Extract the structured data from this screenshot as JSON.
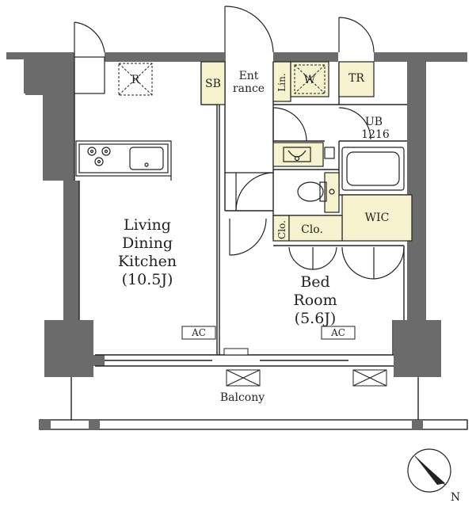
{
  "rooms": {
    "ldk": {
      "line1": "Living",
      "line2": "Dining",
      "line3": "Kitchen",
      "size": "(10.5J)"
    },
    "bedroom": {
      "line1": "Bed",
      "line2": "Room",
      "size": "(5.6J)"
    }
  },
  "labels": {
    "sb": "SB",
    "entrance_1": "Ent",
    "entrance_2": "rance",
    "linen": "Lin.",
    "refrigerator": "R",
    "washer": "W",
    "toilet_room": "TR",
    "unit_bath": "UB",
    "unit_bath_size": "1216",
    "wic": "WIC",
    "closet_small": "Clo.",
    "closet": "Clo.",
    "ac_ldk": "AC",
    "ac_bedroom": "AC",
    "balcony": "Balcony",
    "north": "N"
  },
  "colors": {
    "wall": "#6b6b6b",
    "line": "#222222",
    "storage": "#f7f3cf",
    "background": "#ffffff"
  }
}
